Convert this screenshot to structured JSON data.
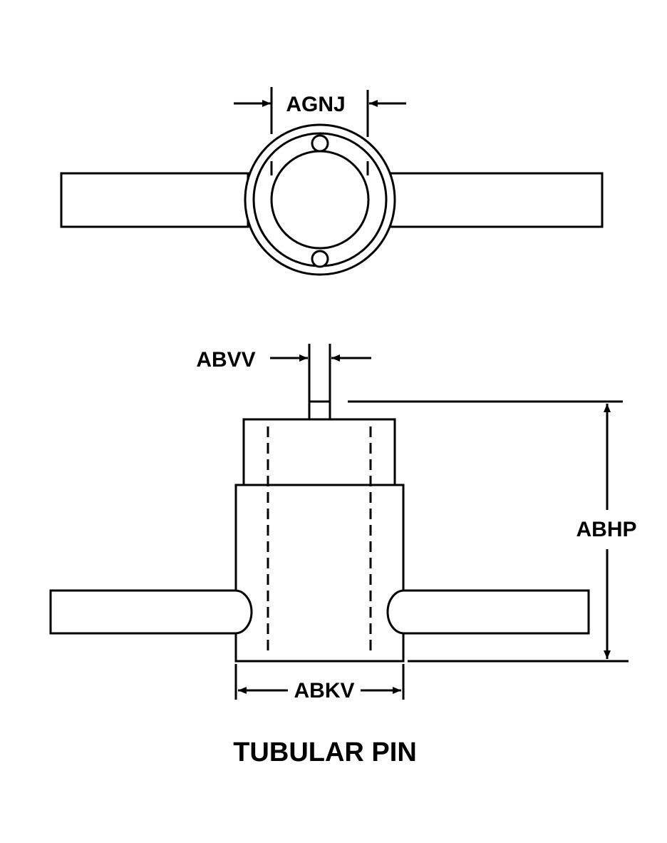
{
  "diagram": {
    "title": "TUBULAR PIN",
    "labels": {
      "top_width": "AGNJ",
      "pin_width": "ABVV",
      "height": "ABHP",
      "body_width": "ABKV"
    }
  }
}
